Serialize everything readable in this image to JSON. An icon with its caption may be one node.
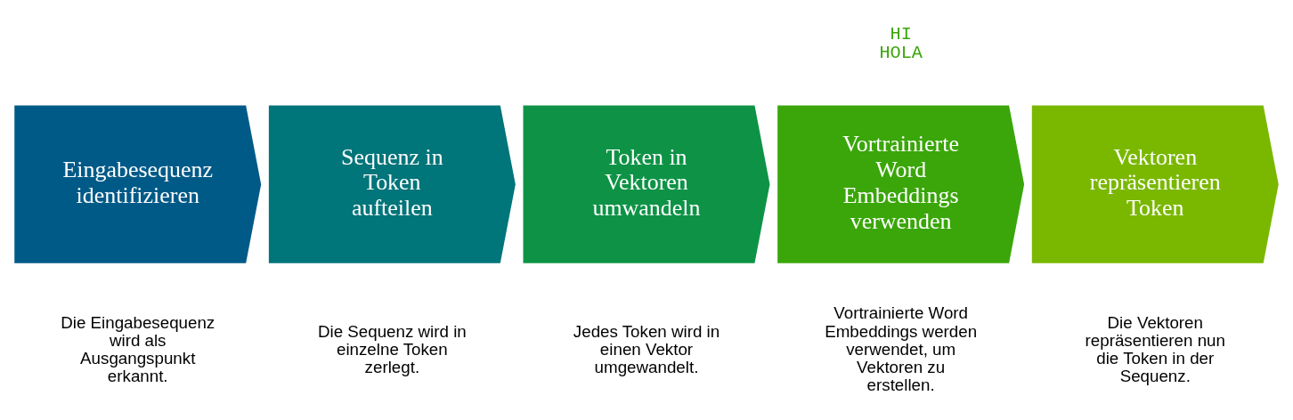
{
  "diagram": {
    "nodes": [
      {
        "text": [
          "Eingabesequenz identifizieren"
        ],
        "beside": [
          "Die Eingabesequenz wird als Ausgangspunkt erkannt."
        ]
      },
      {
        "text": [
          "Sequenz in Token aufteilen"
        ],
        "beside": [
          "Die Sequenz wird in einzelne Token zerlegt."
        ]
      },
      {
        "text": [
          "Token in Vektoren umwandeln"
        ],
        "beside": [
          "Jedes Token wird in einen Vektor umgewandelt."
        ]
      },
      {
        "text": [
          "Vortrainierte Word Embeddings verwenden"
        ],
        "beside": [
          "Vortrainierte Word Embeddings werden verwendet, um Vektoren zu erstellen."
        ]
      },
      {
        "text": [
          "Vektoren repräsentieren Token"
        ],
        "beside": [
          "Die Vektoren repräsentieren nun die Token in der Sequenz."
        ]
      }
    ],
    "edges": [],
    "labels": [
      "HI",
      "HOLA"
    ]
  }
}
